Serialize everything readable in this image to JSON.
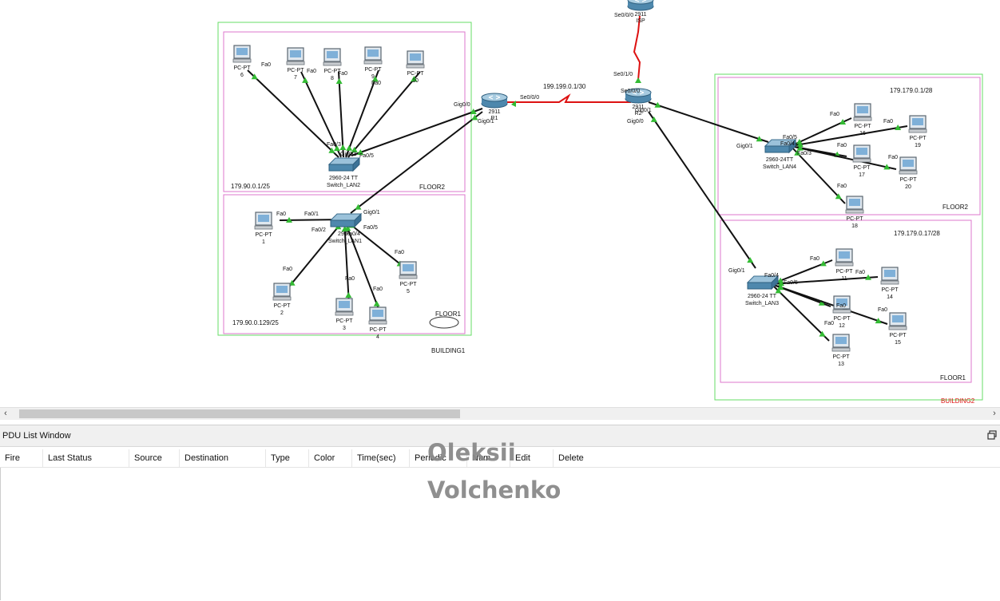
{
  "topology": {
    "building1": {
      "label": "BUILDING1",
      "floor2": {
        "label": "FLOOR2",
        "subnet": "179.90.0.1/25"
      },
      "floor1": {
        "label": "FLOOR1",
        "subnet": "179.90.0.129/25"
      },
      "switch_lan2": {
        "model": "2960-24 TT",
        "name": "Switch_LAN2"
      },
      "switch_lan1": {
        "model": "2960-",
        "name": "Switch_LAN1"
      }
    },
    "building2": {
      "label": "BUILDING2",
      "floor2": {
        "label": "FLOOR2",
        "subnet": "179.179.0.1/28"
      },
      "floor1": {
        "label": "FLOOR1",
        "subnet": "179.179.0.17/28"
      },
      "switch_lan4": {
        "model": "2960-24TT",
        "name": "Switch_LAN4"
      },
      "switch_lan3": {
        "model": "2960-24 TT",
        "name": "Switch_LAN3"
      }
    },
    "wan_link_label": "199.199.0.1/30",
    "pc_type": "PC-PT",
    "pcs_b1_floor2": [
      "6",
      "7",
      "8",
      "9",
      "10"
    ],
    "pcs_b1_floor1": [
      "1",
      "2",
      "3",
      "4",
      "5"
    ],
    "pcs_b2_floor2": [
      "16",
      "17",
      "18",
      "19",
      "20"
    ],
    "pcs_b2_floor1": [
      "11",
      "12",
      "13",
      "14",
      "15"
    ],
    "routers": {
      "r1": {
        "name": "R1",
        "model": "2911"
      },
      "r2": {
        "name": "R2",
        "model": "2911"
      },
      "isp": {
        "name": "ISP",
        "model": "2911"
      }
    },
    "ports": {
      "fa0": "Fa0",
      "fa01": "Fa0/1",
      "fa02": "Fa0/2",
      "fa03": "Fa0/3",
      "fa04": "Fa0/4",
      "fa05": "Fa0/5",
      "gig00": "Gig0/0",
      "gig01": "Gig0/1",
      "se000": "Se0/0/0",
      "se010": "Se0/1/0"
    }
  },
  "pdu_window": {
    "title": "PDU List Window",
    "columns": [
      "Fire",
      "Last Status",
      "Source",
      "Destination",
      "Type",
      "Color",
      "Time(sec)",
      "Periodic",
      "Num",
      "Edit",
      "Delete"
    ]
  },
  "watermark": {
    "line1": "Oleksii",
    "line2": "Volchenko"
  },
  "colors": {
    "building_border": "#66dd66",
    "floor_border": "#dd77cc",
    "serial_link": "#dd1111",
    "link": "#111111",
    "link_up": "#33bb33"
  }
}
